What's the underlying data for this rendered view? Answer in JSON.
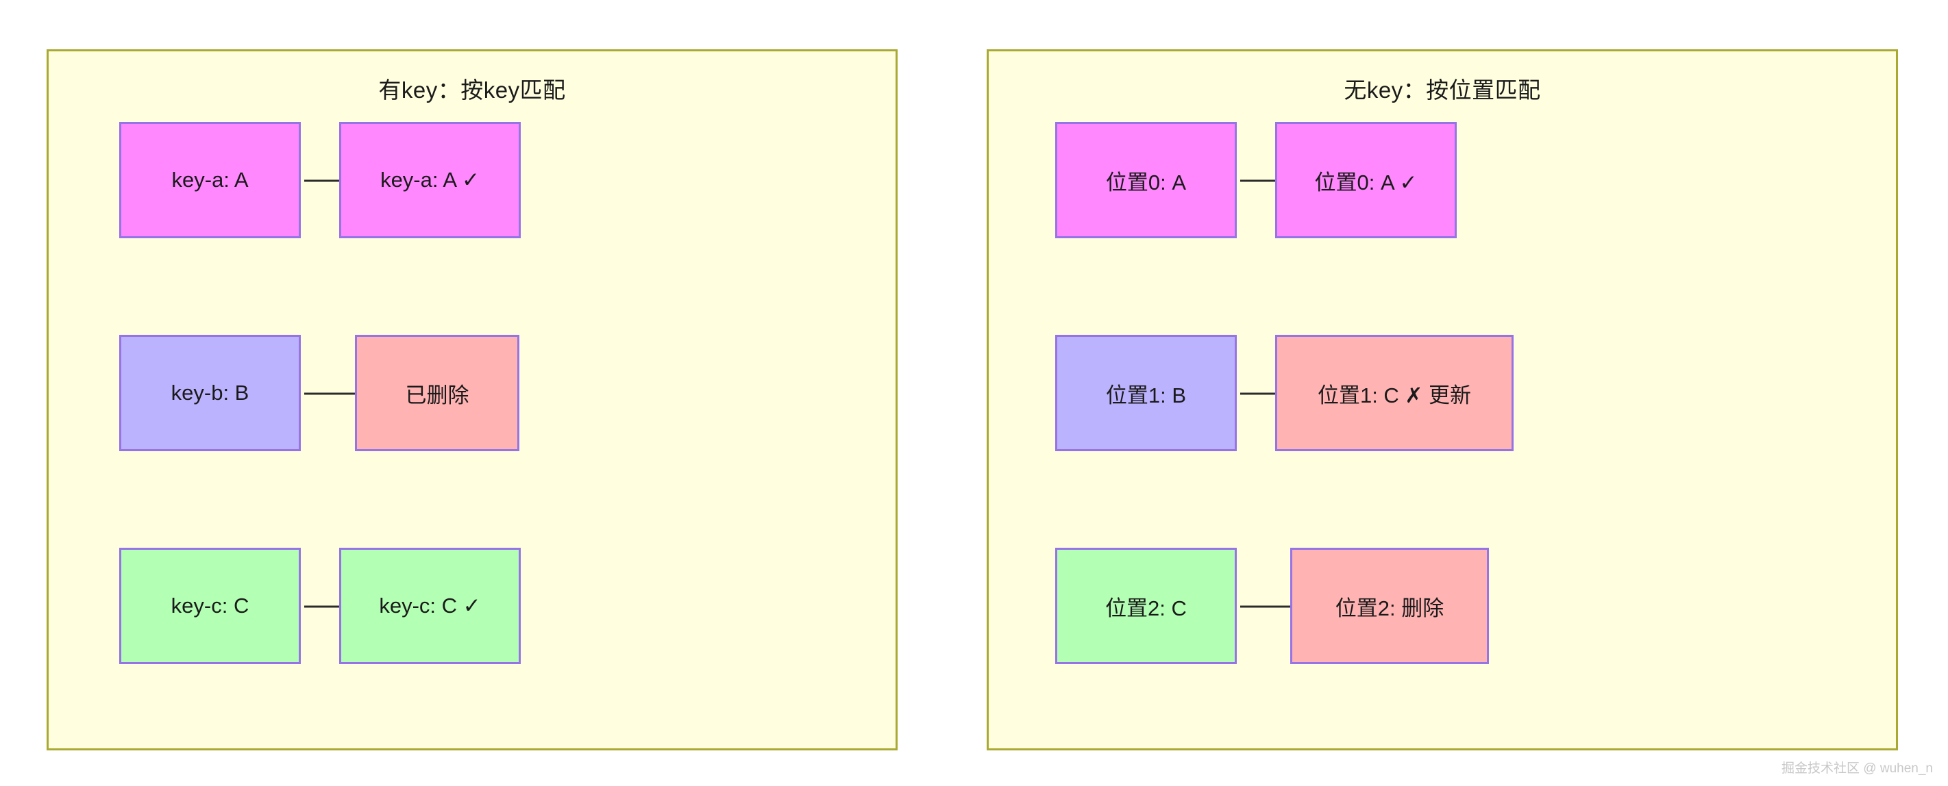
{
  "diagram": {
    "background_color": "#ffffff",
    "panel_fill": "#ffffe0",
    "panel_border": "#aaaa33",
    "node_border": "#9673e6",
    "arrow_color": "#2b2b2b",
    "colors": {
      "magenta": "#ff88ff",
      "violet": "#bcb3ff",
      "green": "#b3ffb3",
      "pink": "#ffb3b3"
    }
  },
  "panels": [
    {
      "id": "keyed",
      "title": "有key：按key匹配",
      "rows": [
        {
          "source": {
            "label": "key-a: A",
            "color": "magenta"
          },
          "target": {
            "label": "key-a: A ✓",
            "color": "magenta"
          }
        },
        {
          "source": {
            "label": "key-b: B",
            "color": "violet"
          },
          "target": {
            "label": "已删除",
            "color": "pink"
          }
        },
        {
          "source": {
            "label": "key-c: C",
            "color": "green"
          },
          "target": {
            "label": "key-c: C ✓",
            "color": "green"
          }
        }
      ]
    },
    {
      "id": "unkeyed",
      "title": "无key：按位置匹配",
      "rows": [
        {
          "source": {
            "label": "位置0: A",
            "color": "magenta"
          },
          "target": {
            "label": "位置0: A ✓",
            "color": "magenta"
          }
        },
        {
          "source": {
            "label": "位置1: B",
            "color": "violet"
          },
          "target": {
            "label": "位置1: C ✗ 更新",
            "color": "pink"
          }
        },
        {
          "source": {
            "label": "位置2: C",
            "color": "green"
          },
          "target": {
            "label": "位置2: 删除",
            "color": "pink"
          }
        }
      ]
    }
  ],
  "watermark": "掘金技术社区 @ wuhen_n"
}
